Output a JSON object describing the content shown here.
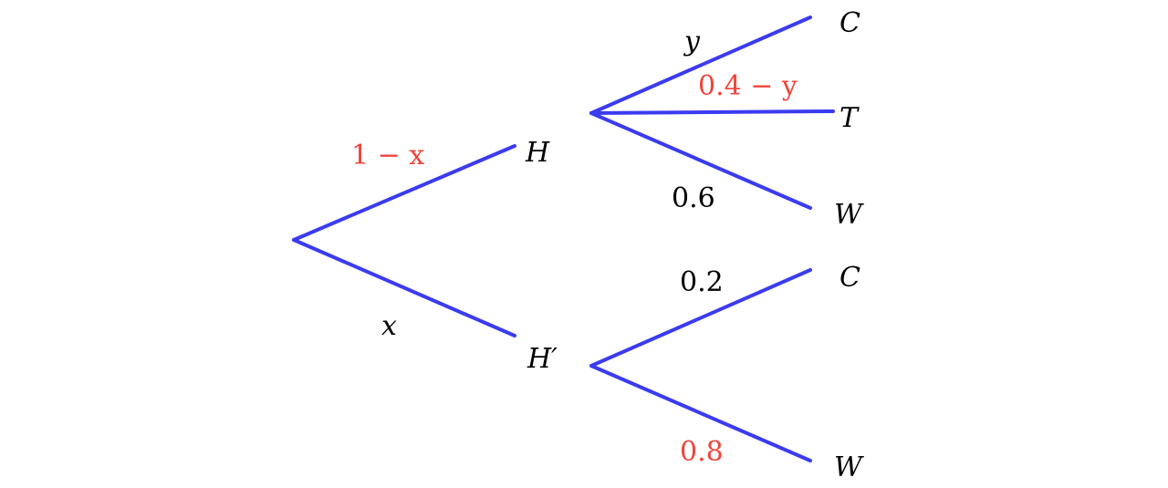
{
  "colors": {
    "branch": "#3b3bf0",
    "highlight": "#f0443a",
    "text": "#000000"
  },
  "tree": {
    "first_level": {
      "branch_H": {
        "prob": "1 − x",
        "node": "H",
        "highlighted": true
      },
      "branch_Hprime": {
        "prob": "x",
        "node": "H′",
        "highlighted": false
      }
    },
    "H_children": {
      "C": {
        "prob": "y",
        "node": "C",
        "highlighted": false
      },
      "T": {
        "prob": "0.4 − y",
        "node": "T",
        "highlighted": true
      },
      "W": {
        "prob": "0.6",
        "node": "W",
        "highlighted": false
      }
    },
    "Hprime_children": {
      "C": {
        "prob": "0.2",
        "node": "C",
        "highlighted": false
      },
      "W": {
        "prob": "0.8",
        "node": "W",
        "highlighted": true
      }
    }
  }
}
